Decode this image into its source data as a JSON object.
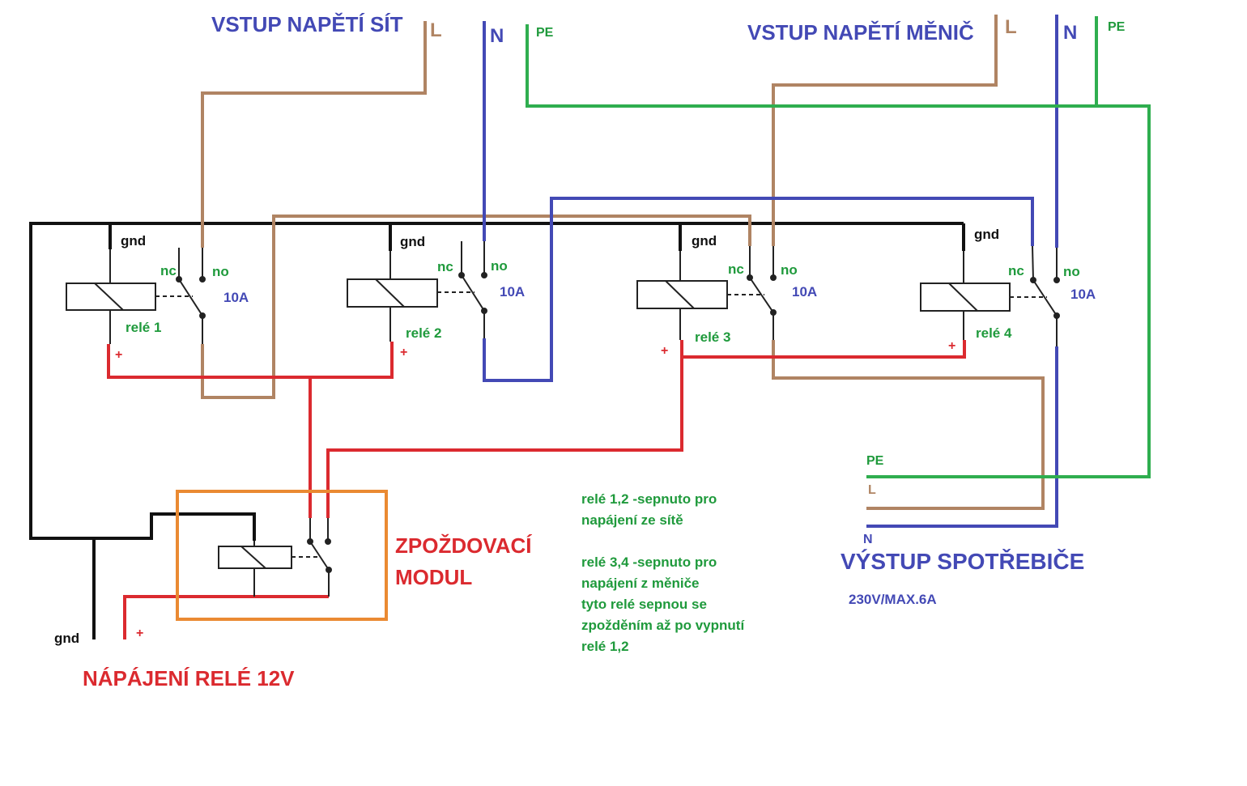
{
  "colors": {
    "brown": "#b08463",
    "blue": "#4349b5",
    "green": "#2fae4f",
    "red": "#db2a2f",
    "black": "#111111",
    "orange": "#ea8a32",
    "label_green": "#1f9a3c",
    "label_blue": "#4349b5"
  },
  "inputs": {
    "grid_title": "VSTUP NAPĚTÍ SÍT",
    "inverter_title": "VSTUP NAPĚTÍ MĚNIČ",
    "l": "L",
    "n": "N",
    "pe": "PE"
  },
  "relays": [
    {
      "name": "relé 1",
      "gnd": "gnd",
      "nc": "nc",
      "no": "no",
      "rating": "10A",
      "plus": "+"
    },
    {
      "name": "relé 2",
      "gnd": "gnd",
      "nc": "nc",
      "no": "no",
      "rating": "10A",
      "plus": "+"
    },
    {
      "name": "relé 3",
      "gnd": "gnd",
      "nc": "nc",
      "no": "no",
      "rating": "10A",
      "plus": "+"
    },
    {
      "name": "relé 4",
      "gnd": "gnd",
      "nc": "nc",
      "no": "no",
      "rating": "10A",
      "plus": "+"
    }
  ],
  "delay_module": {
    "line1": "ZPOŽDOVACÍ",
    "line2": "MODUL"
  },
  "power_supply": {
    "title": "NÁPÁJENÍ RELÉ 12V",
    "gnd": "gnd",
    "plus": "+"
  },
  "notes": [
    "relé 1,2 -sepnuto pro",
    "napájení ze sítě",
    "relé 3,4 -sepnuto pro",
    "napájení z měniče",
    "tyto relé sepnou se",
    "zpožděním až po vypnutí",
    "relé 1,2"
  ],
  "output": {
    "pe": "PE",
    "l": "L",
    "n": "N",
    "title": "VÝSTUP SPOTŘEBIČE",
    "rating": "230V/MAX.6A"
  }
}
